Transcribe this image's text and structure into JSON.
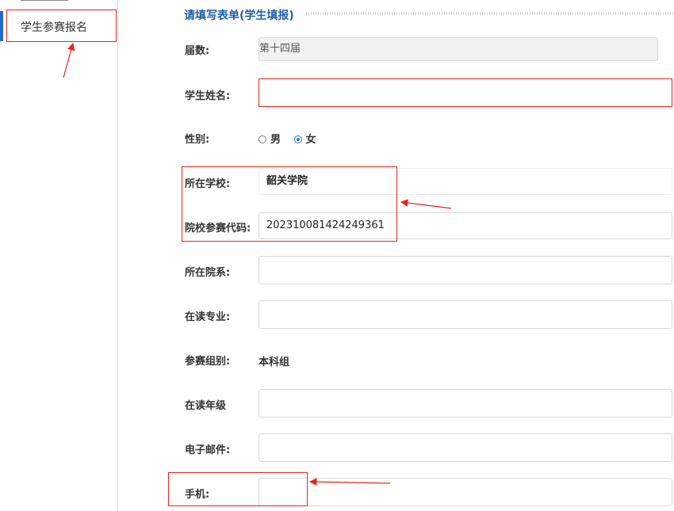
{
  "sidebar": {
    "active_item": "学生参赛报名"
  },
  "form": {
    "title": "请填写表单(学生填报)",
    "fields": {
      "session": {
        "label": "届数:",
        "value": "第十四届"
      },
      "name": {
        "label": "学生姓名:",
        "value": ""
      },
      "gender": {
        "label": "性别:",
        "options": [
          "男",
          "女"
        ],
        "selected": "女"
      },
      "school": {
        "label": "所在学校:",
        "value": "韶关学院"
      },
      "school_code": {
        "label": "院校参赛代码:",
        "value": "20231008142424​9361"
      },
      "department": {
        "label": "所在院系:",
        "value": ""
      },
      "major": {
        "label": "在读专业:",
        "value": ""
      },
      "group": {
        "label": "参赛组别:",
        "value": "本科组"
      },
      "grade": {
        "label": "在读年级",
        "value": ""
      },
      "email": {
        "label": "电子邮件:",
        "value": ""
      },
      "phone": {
        "label": "手机:",
        "value": ""
      }
    }
  },
  "colors": {
    "accent": "#1f5ea8",
    "highlight": "#e8261e",
    "sidebar_marker": "#2468c7"
  }
}
